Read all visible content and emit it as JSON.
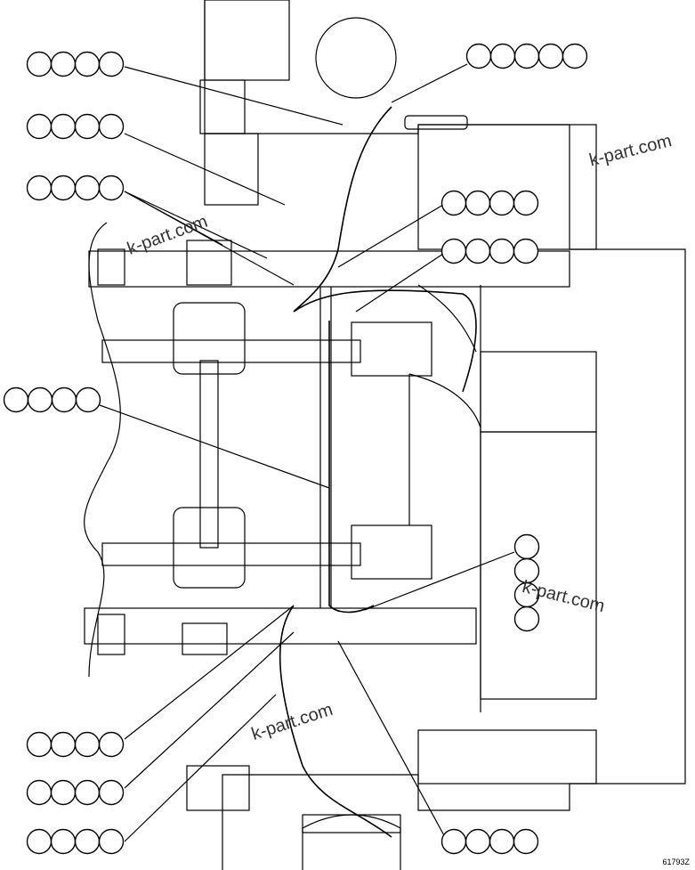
{
  "drawing_number": "61793Z",
  "watermark_text": "k-part.com",
  "line_color": "#000000",
  "callout_groups": [
    {
      "name": "callout-top-left-1",
      "count": 4
    },
    {
      "name": "callout-top-left-2",
      "count": 4
    },
    {
      "name": "callout-top-left-3",
      "count": 4
    },
    {
      "name": "callout-top-right-1",
      "count": 5
    },
    {
      "name": "callout-right-1",
      "count": 4
    },
    {
      "name": "callout-right-2",
      "count": 4
    },
    {
      "name": "callout-left-middle",
      "count": 4
    },
    {
      "name": "callout-right-vertical",
      "count": 4
    },
    {
      "name": "callout-bottom-left-1",
      "count": 4
    },
    {
      "name": "callout-bottom-left-2",
      "count": 4
    },
    {
      "name": "callout-bottom-left-3",
      "count": 4
    },
    {
      "name": "callout-bottom-right",
      "count": 4
    }
  ]
}
